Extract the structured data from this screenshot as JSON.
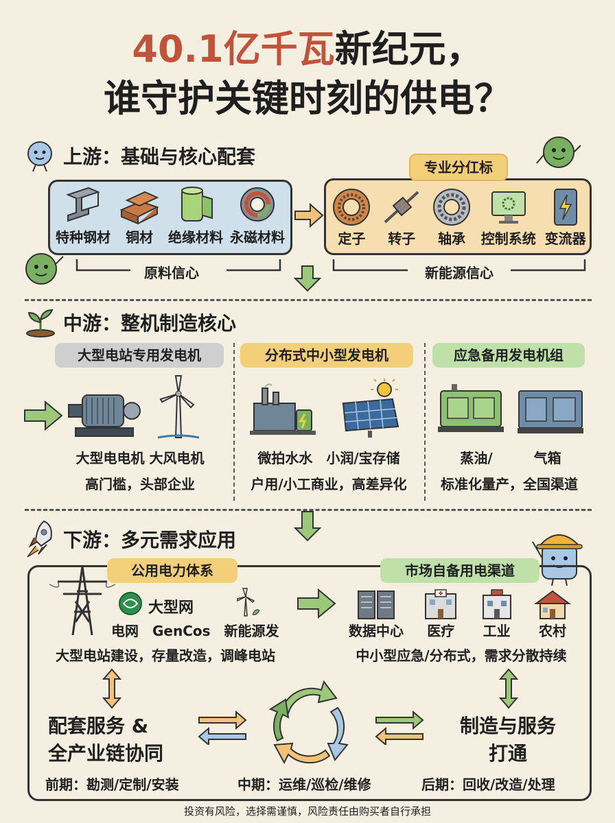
{
  "title": {
    "line1_highlight": "40.1亿千瓦",
    "line1_rest": "新纪元，",
    "line2": "谁守护关键时刻的供电？"
  },
  "upstream": {
    "heading": "上游：基础与核心配套",
    "raw_items": [
      "特种钢材",
      "铜材",
      "绝缘材料",
      "永磁材料"
    ],
    "raw_caption": "原料信心",
    "spec_tag": "专业分仜标",
    "spec_items": [
      "定子",
      "转子",
      "轴承",
      "控制系统",
      "变流器"
    ],
    "spec_caption": "新能源信心"
  },
  "midstream": {
    "heading": "中游：整机制造核心",
    "cols": [
      {
        "tag": "大型电站专用发电机",
        "labels": "大型电电机 大风电机",
        "sub": "高门槛，头部企业"
      },
      {
        "tag": "分布式中小型发电机",
        "labels": "微拍水水　小润/宝存储",
        "sub": "户用/小工商业，高差异化"
      },
      {
        "tag": "应急备用发电机组",
        "labels": "蒸油/　　　气箱",
        "sub": "标准化量产，全国渠道"
      }
    ]
  },
  "downstream": {
    "heading": "下游：多元需求应用",
    "public_tag": "公用电力体系",
    "public_big": "大型网",
    "public_items": "电网　GenCos　新能源发",
    "public_sub": "大型电站建设，存量改造，调峰电站",
    "market_tag": "市场自备用电渠道",
    "market_items": [
      "数据中心",
      "医疗",
      "工业",
      "农村"
    ],
    "market_sub": "中小型应急/分布式，需求分散持续",
    "left_line1": "配套服务 &",
    "left_line2": "全产业链协同",
    "right_line1": "制造与服务",
    "right_line2": "打通",
    "phase_early": "前期：勘测/定制/安装",
    "phase_mid": "中期：运维/巡检/维修",
    "phase_late": "后期：回收/改造/处理"
  },
  "disclaimer": "投资有风险，选择需谨慎，风险责任由购买者自行承担",
  "colors": {
    "accent": "#c0533a",
    "green": "#7ab062",
    "blue_panel": "#cfe0ea",
    "tan_panel": "#f6deb0",
    "gold_tag": "#f3cf7a",
    "green_tag": "#bfe0a8",
    "grey_tag": "#cfcfcf"
  }
}
